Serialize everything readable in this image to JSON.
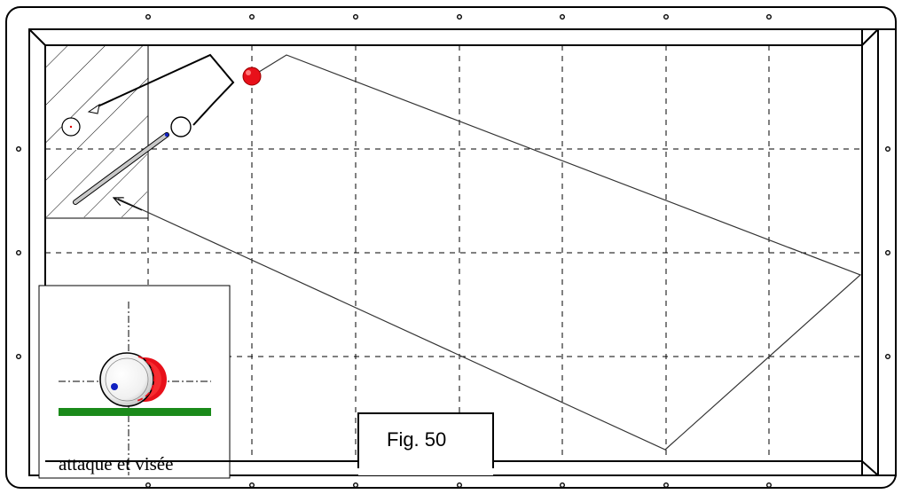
{
  "figure": {
    "label": "Fig. 50"
  },
  "inset": {
    "caption": "attaque et visée"
  },
  "colors": {
    "frame": "#000000",
    "grid": "#000000",
    "red_ball": "#e8101a",
    "cue_ball": "#ffffff",
    "cue_spot": "#1020c0",
    "cushion_bar": "#1a8a1a",
    "cue_stick": "#c8c8c8"
  },
  "icons": {
    "diamond": "small-circle-marker",
    "ball": "circle"
  }
}
